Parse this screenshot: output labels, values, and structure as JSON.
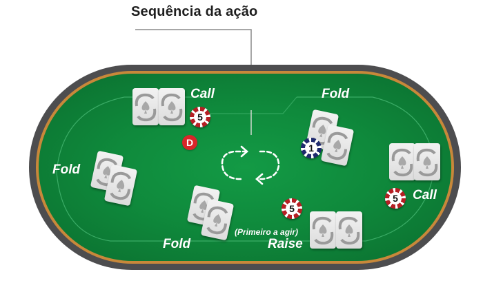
{
  "title": "Sequência da ação",
  "table": {
    "colors": {
      "rail": "#4d4d4f",
      "trim": "#c8883a",
      "felt": "#0f8a3c",
      "label": "#ffffff"
    }
  },
  "players": [
    {
      "id": "top-left",
      "action": "Call",
      "chip": "5",
      "chip_color": "red",
      "dealer_button": "D"
    },
    {
      "id": "top-right",
      "action": "Fold",
      "chip": "1",
      "chip_color": "blue"
    },
    {
      "id": "right",
      "action": "Call",
      "chip": "5",
      "chip_color": "red"
    },
    {
      "id": "bottom-right",
      "action": "Raise",
      "note": "(Primeiro a agir)",
      "chip": "5",
      "chip_color": "red"
    },
    {
      "id": "bottom-left",
      "action": "Fold"
    },
    {
      "id": "left",
      "action": "Fold"
    }
  ],
  "center_icon": "clockwise-cycle-arrows-icon"
}
